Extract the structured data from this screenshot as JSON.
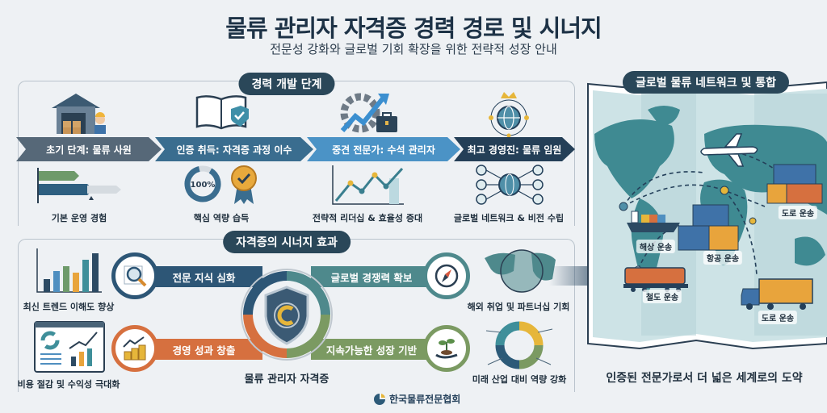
{
  "header": {
    "title": "물류 관리자 자격증 경력 경로 및 시너지",
    "subtitle": "전문성 강화와 글로벌 기회 확장을 위한 전략적 성장 안내"
  },
  "career": {
    "heading": "경력 개발 단계",
    "stages": [
      {
        "label": "초기 단계: 물류 사원",
        "caption": "기본 운영 경험",
        "color": "#566878"
      },
      {
        "label": "인증 취득: 자격증 과정 이수",
        "caption": "핵심 역량 습득",
        "color": "#3a6d8f",
        "badge": "100%"
      },
      {
        "label": "중견 전문가: 수석 관리자",
        "caption": "전략적 리더십 & 효율성 증대",
        "color": "#4b93c6"
      },
      {
        "label": "최고 경영진: 물류 임원",
        "caption": "글로벌 네트워크 & 비전 수립",
        "color": "#243f57"
      }
    ]
  },
  "synergy": {
    "heading": "자격증의 시너지 효과",
    "center_label": "물류 관리자 자격증",
    "arrows": [
      {
        "label": "전문 지식 심화",
        "side_caption": "최신 트렌드 이해도 향상",
        "color": "#2d5676"
      },
      {
        "label": "글로벌 경쟁력 확보",
        "side_caption": "해외 취업 및 파트너십 기회",
        "color": "#4e898c"
      },
      {
        "label": "경영 성과 창출",
        "side_caption": "비용 절감 및 수익성 극대화",
        "color": "#d6703f"
      },
      {
        "label": "지속가능한 성장 기반",
        "side_caption": "미래 산업 대비 역량 강화",
        "color": "#7b9a62"
      }
    ]
  },
  "footer": {
    "org": "한국물류전문협회"
  },
  "map": {
    "heading": "글로벌 물류 네트워크 및 통합",
    "modes": {
      "sea": "해상 운송",
      "air": "항공 운송",
      "road1": "도로 운송",
      "rail": "철도 운송",
      "road2": "도로 운송"
    },
    "tagline": "인증된 전문가로서 더 넓은 세계로의 도약"
  }
}
